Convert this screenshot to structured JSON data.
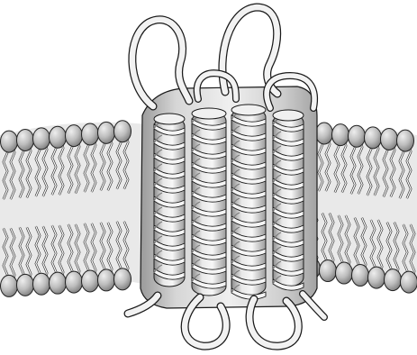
{
  "figure": {
    "caption": "",
    "components": [
      "lipid-bilayer-left",
      "lipid-bilayer-right",
      "transmembrane-helix-bundle",
      "loops"
    ]
  },
  "colors": {
    "background": "#ffffff",
    "lipid_head_fill": "#bdbdbd",
    "lipid_head_highlight": "#eeeeee",
    "lipid_tail": "#ffffff",
    "lipid_tail_outline": "#222222",
    "membrane_core": "#e9e9e9",
    "ribbon_front": "#f2f2f2",
    "ribbon_back": "#8e8e8e",
    "outline": "#1a1a1a",
    "bundle_shadow": "#b5b5b5"
  }
}
